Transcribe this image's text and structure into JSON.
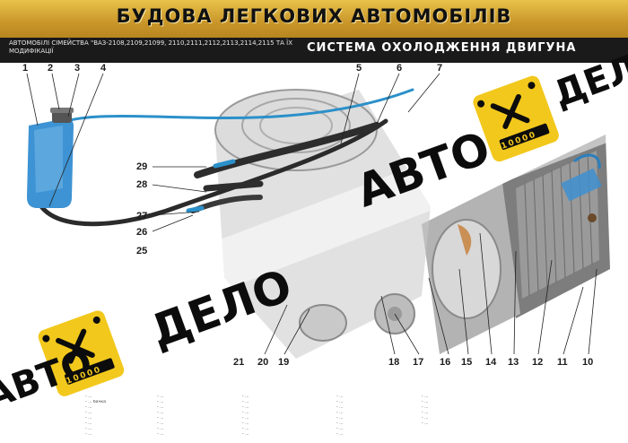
{
  "header": {
    "title": "БУДОВА ЛЕГКОВИХ АВТОМОБІЛІВ",
    "family": "АВТОМОБІЛІ СІМЕЙСТВА \"ВАЗ-2108,2109,21099, 2110,2111,2112,2113,2114,2115 ТА ЇХ МОДИФІКАЦІЇ",
    "system": "СИСТЕМА ОХОЛОДЖЕННЯ ДВИГУНА"
  },
  "callouts": {
    "n1": "1",
    "n2": "2",
    "n3": "3",
    "n4": "4",
    "n5": "5",
    "n6": "6",
    "n7": "7",
    "n29": "29",
    "n28": "28",
    "n27": "27",
    "n26": "26",
    "n25": "25",
    "n21": "21",
    "n20": "20",
    "n19": "19",
    "n18": "18",
    "n17": "17",
    "n16": "16",
    "n15": "15",
    "n14": "14",
    "n13": "13",
    "n12": "12",
    "n11": "11",
    "n10": "10"
  },
  "watermark": {
    "word1": "АВТО",
    "word2": "ДЕЛО",
    "counter": "10000",
    "colors": {
      "badge": "#f2c81c",
      "text": "#0c0c0c"
    }
  },
  "legend": {
    "col1": [
      "- ...",
      "- ... бачка",
      "- ...",
      "- ...",
      "- ...",
      "- ...",
      "- ...",
      "- ..."
    ],
    "col2": [
      "- ...",
      "- ...",
      "- ...",
      "- ...",
      "- ...",
      "- ...",
      "- ...",
      "- ..."
    ],
    "col3": [
      "- ...",
      "- ...",
      "- ...",
      "- ...",
      "- ...",
      "- ...",
      "- ...",
      "- ..."
    ],
    "col4": [
      "- ...",
      "- ...",
      "- ...",
      "- ...",
      "- ...",
      "- ...",
      "- ...",
      "- ..."
    ],
    "col5": [
      "- ...",
      "- ...",
      "- ...",
      "- ...",
      "- ...",
      "- ..."
    ]
  },
  "colors": {
    "banner": "#d4a535",
    "coolant": "#2b90c9",
    "bar": "#1a1a1a"
  }
}
